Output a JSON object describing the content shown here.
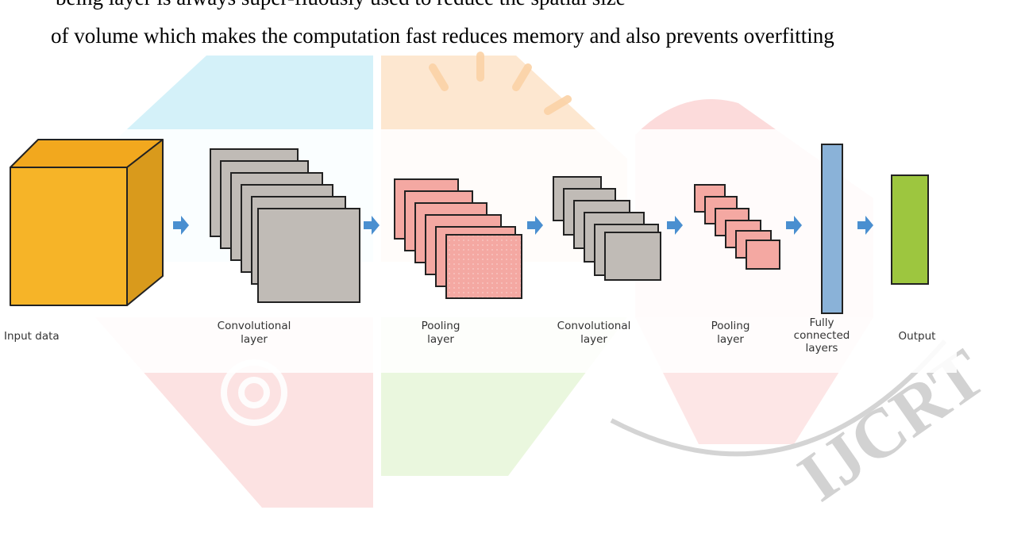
{
  "text": {
    "line_top": "being layer is always super-fluously used to reduce the spatial size",
    "line_main": "of volume which makes the computation fast reduces memory and also prevents overfitting"
  },
  "figure": {
    "stages": [
      {
        "label_lines": [
          "Input data"
        ]
      },
      {
        "label_lines": [
          "Convolutional",
          "layer"
        ]
      },
      {
        "label_lines": [
          "Pooling",
          "layer"
        ]
      },
      {
        "label_lines": [
          "Convolutional",
          "layer"
        ]
      },
      {
        "label_lines": [
          "Pooling",
          "layer"
        ]
      },
      {
        "label_lines": [
          "Fully",
          "connected",
          "layers"
        ]
      },
      {
        "label_lines": [
          "Output"
        ]
      }
    ],
    "colors": {
      "input_front": "#f6b428",
      "input_top": "#f2a81e",
      "input_side": "#d99a1c",
      "conv_fill": "#c0bbb6",
      "pool_fill": "#f4a8a2",
      "fc_fill": "#8ab2d8",
      "output_fill": "#9dc63f",
      "arrow": "#4a8fd0",
      "outline": "#222222"
    }
  },
  "watermark": {
    "text": "IJCRT",
    "colors": {
      "blue": "#cdeef8",
      "orange": "#fde3c8",
      "pink": "#fbd5d5",
      "green": "#e6f6d8",
      "gray": "#dcdcdc"
    }
  }
}
